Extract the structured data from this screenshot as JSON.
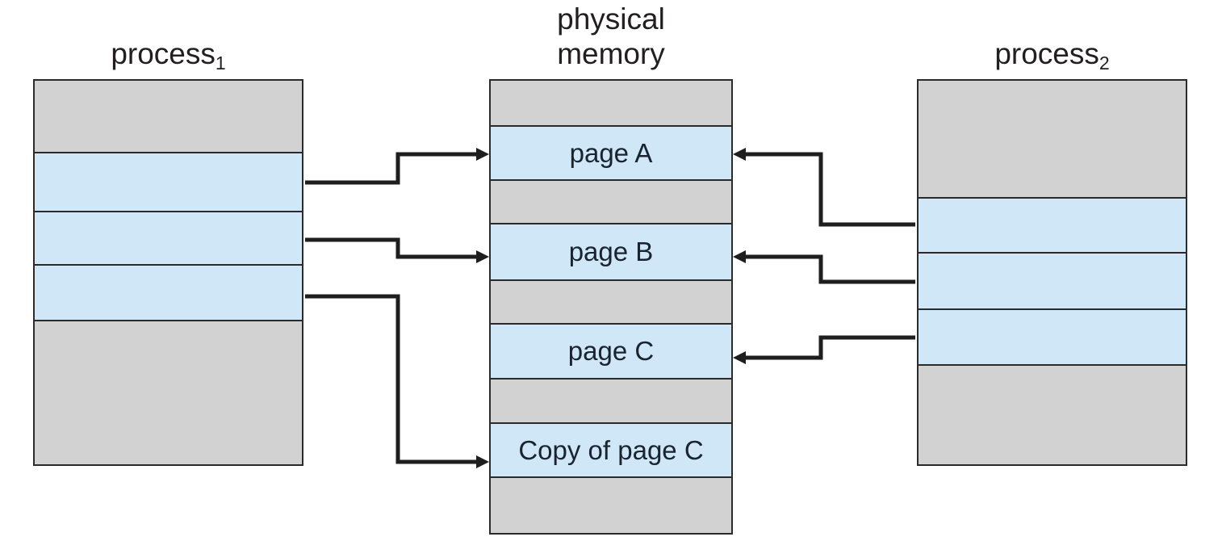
{
  "processes": {
    "left": {
      "label_base": "process",
      "label_sub": "1"
    },
    "right": {
      "label_base": "process",
      "label_sub": "2"
    }
  },
  "physical_memory": {
    "label_line1": "physical",
    "label_line2": "memory",
    "frames": {
      "page_a": "page A",
      "page_b": "page B",
      "page_c": "page C",
      "copy_of_page_c": "Copy of page C"
    }
  },
  "arrows": [
    {
      "from": "process1 mapped page 1",
      "to": "page A"
    },
    {
      "from": "process1 mapped page 2",
      "to": "page B"
    },
    {
      "from": "process1 mapped page 3",
      "to": "Copy of page C"
    },
    {
      "from": "process2 mapped page 1",
      "to": "page A"
    },
    {
      "from": "process2 mapped page 2",
      "to": "page B"
    },
    {
      "from": "process2 mapped page 3",
      "to": "page C"
    }
  ],
  "colors": {
    "page_fill": "#cfe7f7",
    "free_fill": "#d2d2d2",
    "box_border": "#2b2b2b",
    "arrow": "#1e1e1e",
    "text": "#231f20"
  }
}
